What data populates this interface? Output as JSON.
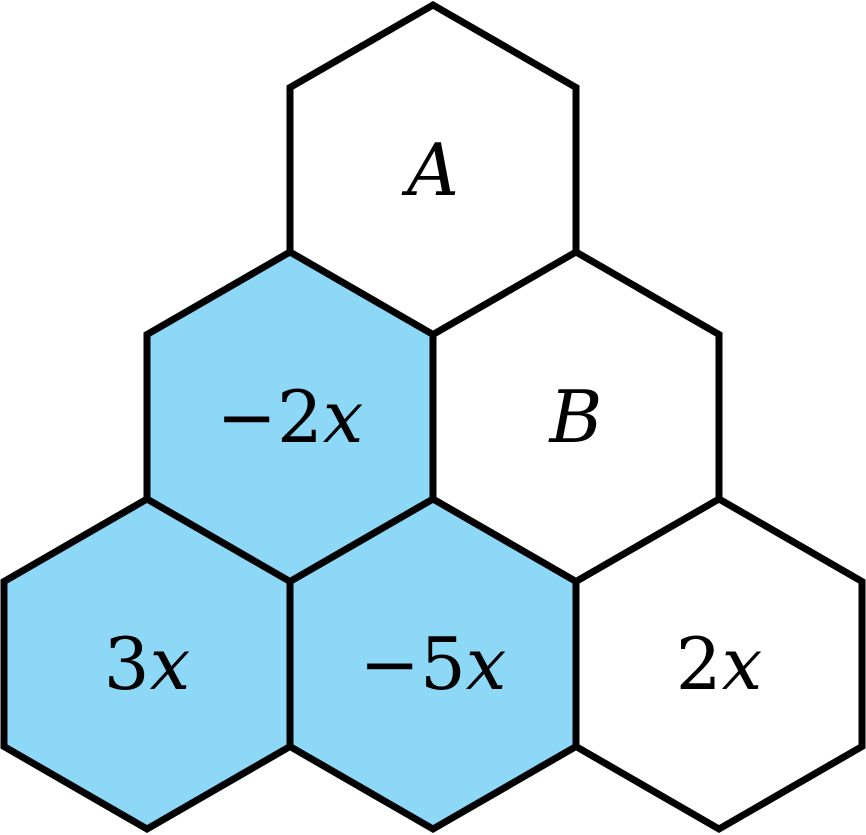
{
  "colors": {
    "shaded": "#8dd7f7",
    "unshaded": "#ffffff",
    "stroke": "#000000"
  },
  "cells": [
    {
      "id": "top",
      "row": 0,
      "col": 0,
      "coef": "",
      "var": "A",
      "shaded": false
    },
    {
      "id": "middle-left",
      "row": 1,
      "col": 0,
      "coef": "−2",
      "var": "x",
      "shaded": true
    },
    {
      "id": "middle-right",
      "row": 1,
      "col": 1,
      "coef": "",
      "var": "B",
      "shaded": false
    },
    {
      "id": "bottom-left",
      "row": 2,
      "col": 0,
      "coef": "3",
      "var": "x",
      "shaded": true
    },
    {
      "id": "bottom-middle",
      "row": 2,
      "col": 1,
      "coef": "−5",
      "var": "x",
      "shaded": true
    },
    {
      "id": "bottom-right",
      "row": 2,
      "col": 2,
      "coef": "2",
      "var": "x",
      "shaded": false
    }
  ]
}
